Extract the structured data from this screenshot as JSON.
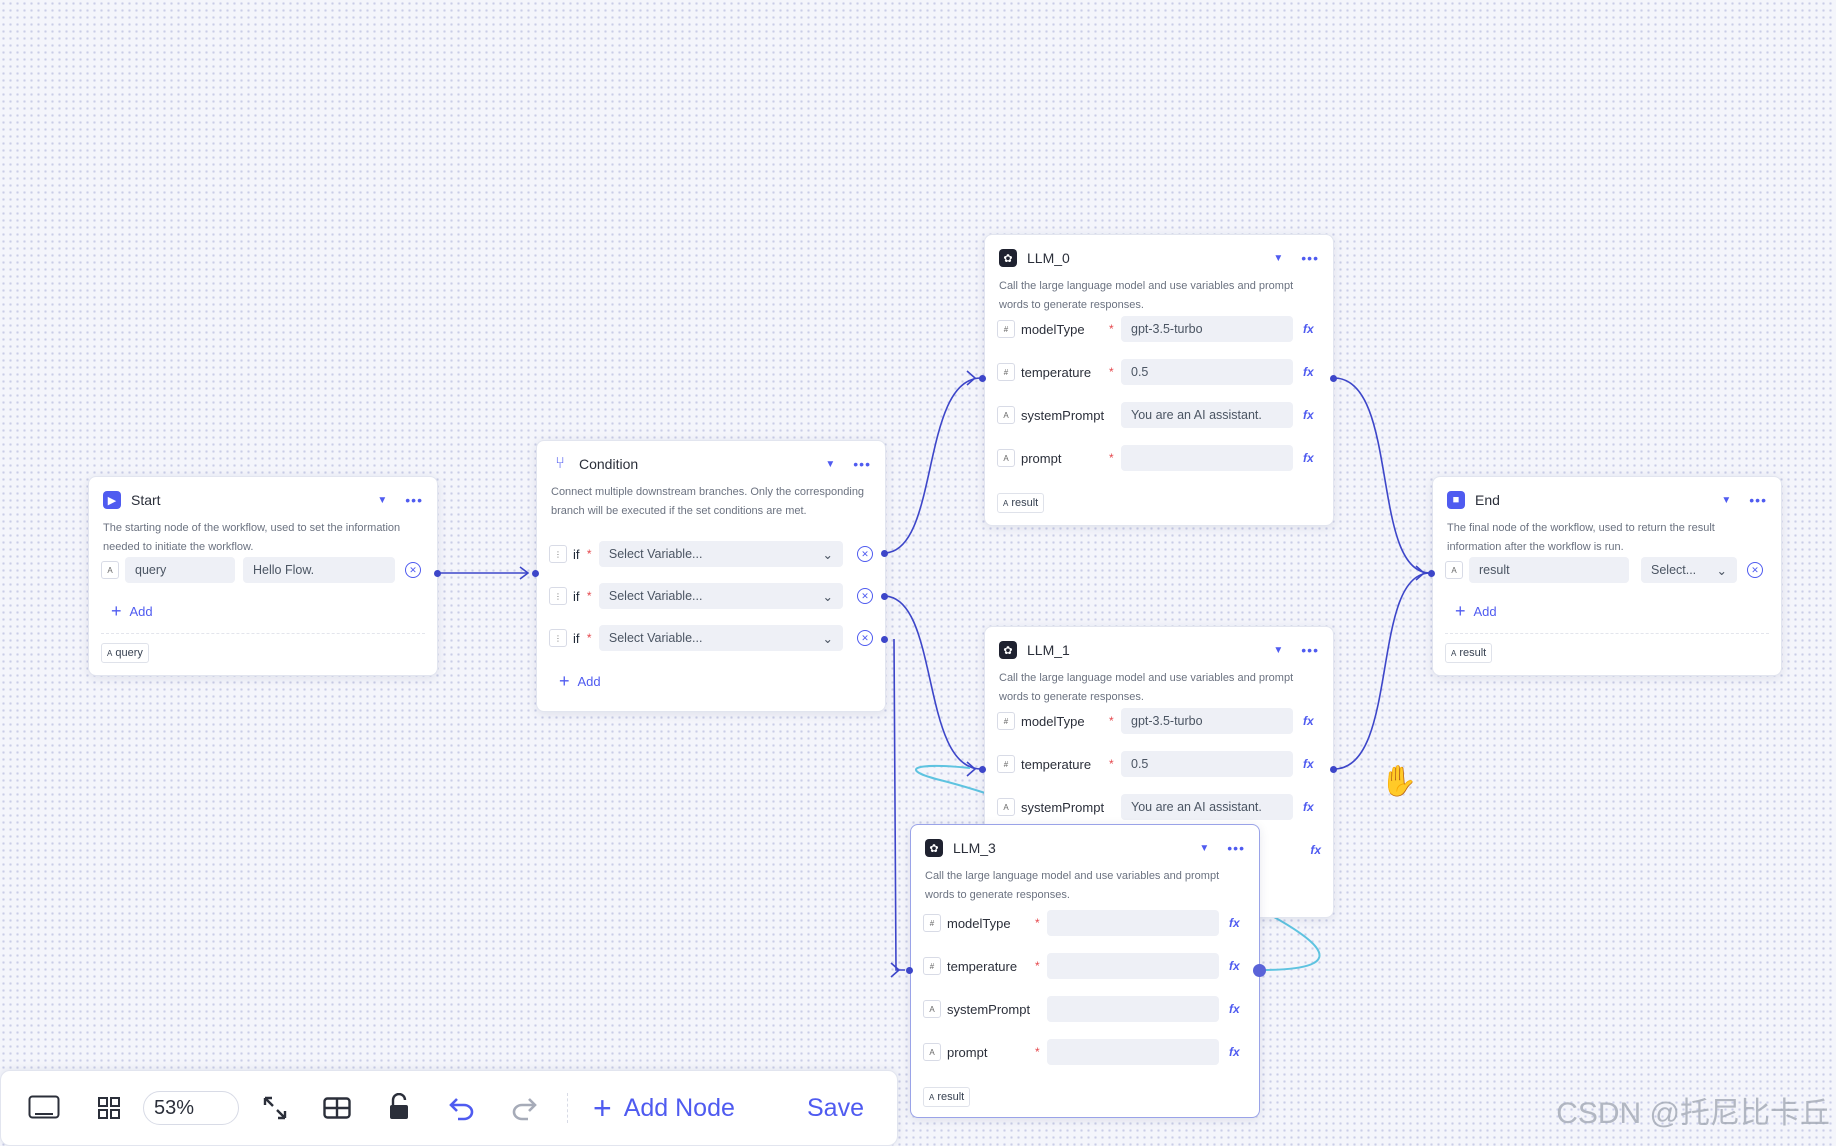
{
  "nodes": {
    "start": {
      "title": "Start",
      "desc": "The starting node of the workflow, used to set the information needed to initiate the workflow.",
      "var_name": "query",
      "var_value": "Hello Flow.",
      "add_label": "Add",
      "output_tag": "query"
    },
    "condition": {
      "title": "Condition",
      "desc": "Connect multiple downstream branches. Only the corresponding branch will be executed if the set conditions are met.",
      "branches": [
        {
          "keyword": "if",
          "placeholder": "Select Variable..."
        },
        {
          "keyword": "if",
          "placeholder": "Select Variable..."
        },
        {
          "keyword": "if",
          "placeholder": "Select Variable..."
        }
      ],
      "add_label": "Add"
    },
    "llm0": {
      "title": "LLM_0",
      "desc": "Call the large language model and use variables and prompt words to generate responses.",
      "params": [
        {
          "name": "modelType",
          "value": "gpt-3.5-turbo"
        },
        {
          "name": "temperature",
          "value": "0.5"
        },
        {
          "name": "systemPrompt",
          "value": "You are an AI assistant."
        },
        {
          "name": "prompt",
          "value": ""
        }
      ],
      "output_tag": "result"
    },
    "llm1": {
      "title": "LLM_1",
      "desc": "Call the large language model and use variables and prompt words to generate responses.",
      "params": [
        {
          "name": "modelType",
          "value": "gpt-3.5-turbo"
        },
        {
          "name": "temperature",
          "value": "0.5"
        },
        {
          "name": "systemPrompt",
          "value": "You are an AI assistant."
        }
      ]
    },
    "llm3": {
      "title": "LLM_3",
      "desc": "Call the large language model and use variables and prompt words to generate responses.",
      "params": [
        {
          "name": "modelType",
          "value": ""
        },
        {
          "name": "temperature",
          "value": ""
        },
        {
          "name": "systemPrompt",
          "value": ""
        },
        {
          "name": "prompt",
          "value": ""
        }
      ],
      "output_tag": "result"
    },
    "end": {
      "title": "End",
      "desc": "The final node of the workflow, used to return the result information after the workflow is run.",
      "var_name": "result",
      "var_select": "Select...",
      "add_label": "Add",
      "output_tag": "result"
    }
  },
  "toolbar": {
    "zoom": "53%",
    "add_node_label": "Add Node",
    "save_label": "Save"
  },
  "watermark": "CSDN @托尼比卡丘",
  "colors": {
    "accent": "#4f5bf0",
    "edge": "#3d46c9",
    "drag_edge": "#5ec3e0"
  }
}
